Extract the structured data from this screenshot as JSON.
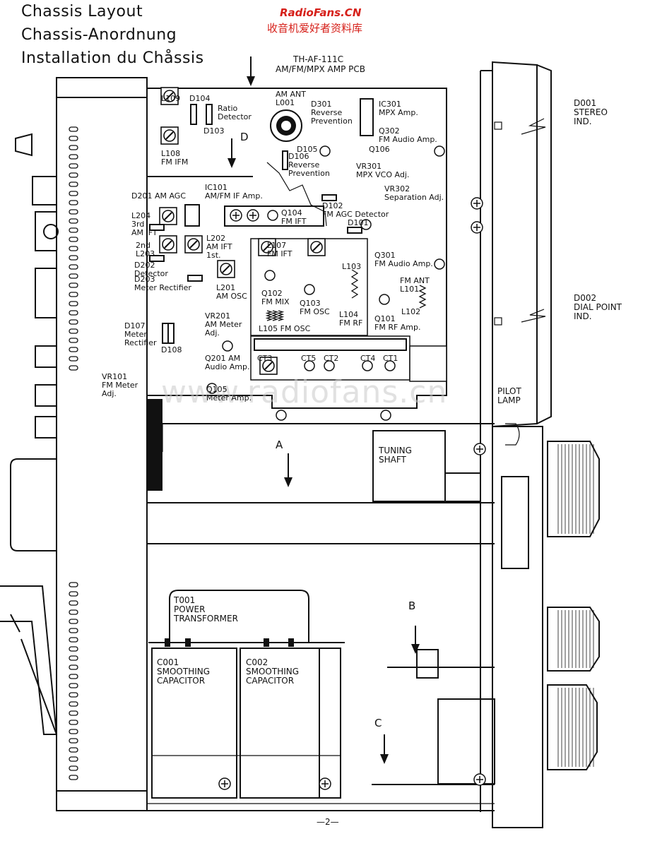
{
  "header": {
    "title_en": "Chassis Layout",
    "title_de": "Chassis-Anordnung",
    "title_fr": "Installation du Chåssis",
    "site_name": "RadioFans.CN",
    "site_name_cn": "收音机爱好者资料库",
    "watermark": "www.radiofans.cn"
  },
  "pcb": {
    "model": "TH-AF-111C",
    "name": "AM/FM/MPX AMP PCB"
  },
  "labels": {
    "l109": "L109",
    "d104": "D104",
    "ratio_detector": "Ratio\nDetector",
    "d103": "D103",
    "l108": "L108\nFM IFM",
    "d_arrow": "D",
    "am_ant": "AM ANT\nL001",
    "d301": "D301\nReverse\nPrevention",
    "ic301": "IC301\nMPX Amp.",
    "q302": "Q302\nFM Audio Amp.",
    "d105": "D105",
    "q106": "Q106",
    "d106": "D106\nReverse\nPrevention",
    "vr301": "VR301\nMPX VCO Adj.",
    "d201": "D201 AM AGC",
    "ic101": "IC101\nAM/FM IF Amp.",
    "vr302": "VR302\nSeparation Adj.",
    "d102": "D102\nFM AGC Detector",
    "l204": "L204\n3rd\nAM IFT",
    "q104": "Q104\nFM IFT",
    "d101": "D101",
    "l202": "L202\nAM IFT\n1st.",
    "l203": "2nd\nL203",
    "l107": "L107\nFM IFT",
    "q301": "Q301\nFM Audio Amp.",
    "d202": "D202\nDetector",
    "d203": "D203\nMeter Rectifier",
    "l201": "L201\nAM OSC",
    "l103": "L103",
    "fm_ant": "FM ANT\nL101",
    "q102": "Q102\nFM MIX",
    "q103": "Q103\nFM OSC",
    "vr201": "VR201\nAM Meter\nAdj.",
    "l102": "L102",
    "d107": "D107\nMeter\nRectifier",
    "d108": "D108",
    "l104": "L104\nFM RF",
    "q101": "Q101\nFM RF Amp.",
    "l105": "L105 FM OSC",
    "q201": "Q201 AM\nAudio Amp.",
    "ct3": "CT3",
    "ct5": "CT5",
    "ct2": "CT2",
    "ct4": "CT4",
    "ct1": "CT1",
    "vr101": "VR101\nFM Meter\nAdj.",
    "q105": "Q105\nMeter Amp.",
    "d001": "D001\nSTEREO\nIND.",
    "d002": "D002\nDIAL POINT\nIND.",
    "pilot_lamp": "PILOT\nLAMP",
    "a": "A",
    "tuning_shaft": "TUNING\nSHAFT",
    "b": "B",
    "c": "C",
    "t001": "T001\nPOWER\nTRANSFORMER",
    "c001": "C001\nSMOOTHING\nCAPACITOR",
    "c002": "C002\nSMOOTHING\nCAPACITOR",
    "page_number": "—2—"
  }
}
